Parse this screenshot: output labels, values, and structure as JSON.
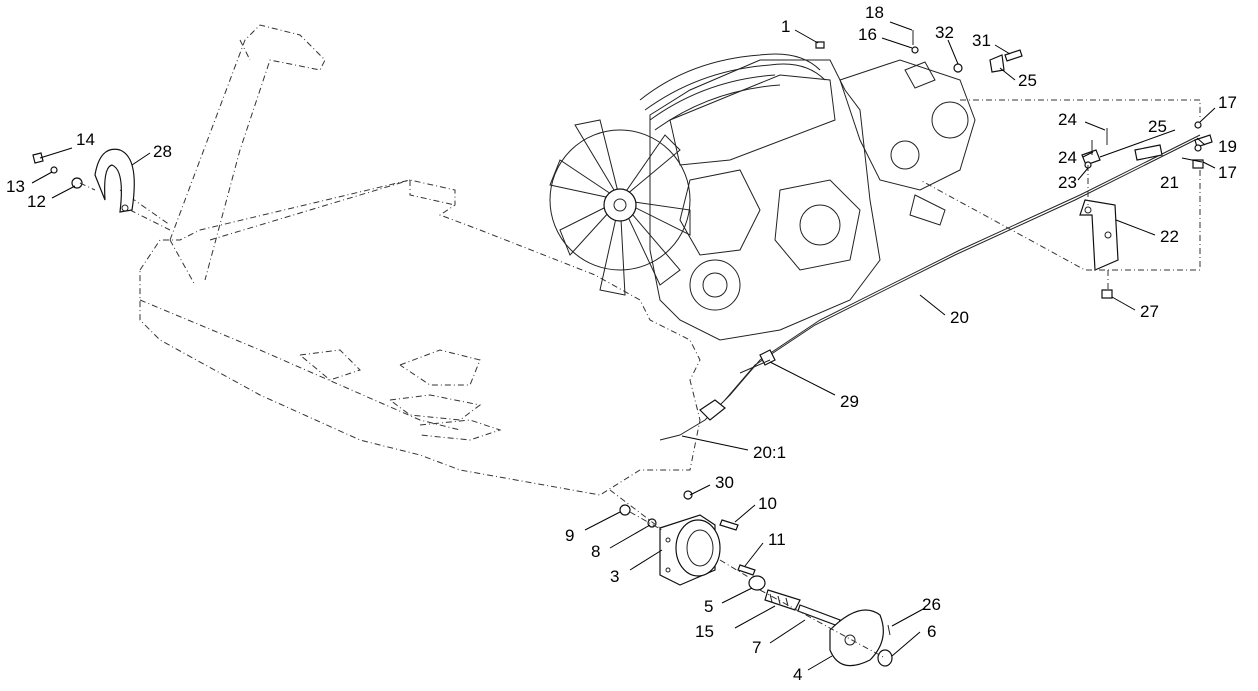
{
  "diagram": {
    "callouts": {
      "c1": "1",
      "c18": "18",
      "c16": "16",
      "c32": "32",
      "c31": "31",
      "c25a": "25",
      "c17a": "17",
      "c24a": "24",
      "c25b": "25",
      "c19": "19",
      "c24b": "24",
      "c23": "23",
      "c21": "21",
      "c17b": "17",
      "c22": "22",
      "c27": "27",
      "c20": "20",
      "c29": "29",
      "c20_1": "20:1",
      "c14": "14",
      "c28": "28",
      "c13": "13",
      "c12": "12",
      "c30": "30",
      "c10": "10",
      "c9": "9",
      "c8": "8",
      "c11": "11",
      "c3": "3",
      "c5": "5",
      "c26": "26",
      "c15": "15",
      "c6": "6",
      "c7": "7",
      "c4": "4"
    }
  }
}
